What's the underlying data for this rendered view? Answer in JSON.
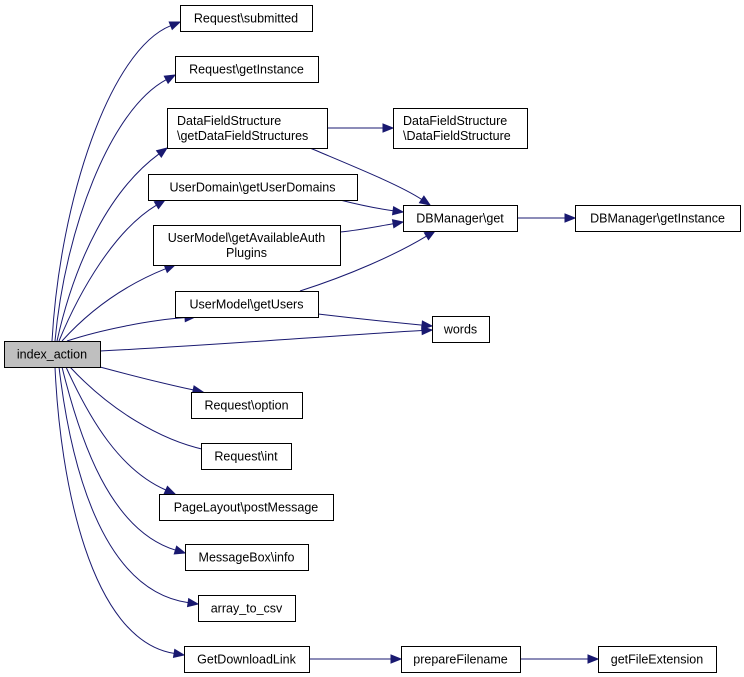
{
  "diagram": {
    "type": "call-graph",
    "root": "index_action",
    "edge_color": "#191970",
    "root_fill": "#bfbfbf",
    "nodes": [
      {
        "id": "index_action",
        "lines": [
          "index_action"
        ],
        "root": true
      },
      {
        "id": "submitted",
        "lines": [
          "Request\\submitted"
        ]
      },
      {
        "id": "req_getInstance",
        "lines": [
          "Request\\getInstance"
        ]
      },
      {
        "id": "getDataFieldStructures",
        "lines": [
          "DataFieldStructure",
          "\\getDataFieldStructures"
        ]
      },
      {
        "id": "getUserDomains",
        "lines": [
          "UserDomain\\getUserDomains"
        ]
      },
      {
        "id": "getAvailableAuthPlugins",
        "lines": [
          "UserModel\\getAvailableAuth",
          "Plugins"
        ]
      },
      {
        "id": "getUsers",
        "lines": [
          "UserModel\\getUsers"
        ]
      },
      {
        "id": "option",
        "lines": [
          "Request\\option"
        ]
      },
      {
        "id": "int",
        "lines": [
          "Request\\int"
        ]
      },
      {
        "id": "postMessage",
        "lines": [
          "PageLayout\\postMessage"
        ]
      },
      {
        "id": "info",
        "lines": [
          "MessageBox\\info"
        ]
      },
      {
        "id": "array_to_csv",
        "lines": [
          "array_to_csv"
        ]
      },
      {
        "id": "GetDownloadLink",
        "lines": [
          "GetDownloadLink"
        ]
      },
      {
        "id": "DataFieldStructure",
        "lines": [
          "DataFieldStructure",
          "\\DataFieldStructure"
        ]
      },
      {
        "id": "db_get",
        "lines": [
          "DBManager\\get"
        ]
      },
      {
        "id": "db_getInstance",
        "lines": [
          "DBManager\\getInstance"
        ]
      },
      {
        "id": "words",
        "lines": [
          "words"
        ]
      },
      {
        "id": "prepareFilename",
        "lines": [
          "prepareFilename"
        ]
      },
      {
        "id": "getFileExtension",
        "lines": [
          "getFileExtension"
        ]
      }
    ],
    "edges": [
      {
        "from": "index_action",
        "to": "submitted"
      },
      {
        "from": "index_action",
        "to": "req_getInstance"
      },
      {
        "from": "index_action",
        "to": "getDataFieldStructures"
      },
      {
        "from": "index_action",
        "to": "getUserDomains"
      },
      {
        "from": "index_action",
        "to": "getAvailableAuthPlugins"
      },
      {
        "from": "index_action",
        "to": "getUsers"
      },
      {
        "from": "index_action",
        "to": "words"
      },
      {
        "from": "index_action",
        "to": "option"
      },
      {
        "from": "index_action",
        "to": "int"
      },
      {
        "from": "index_action",
        "to": "postMessage"
      },
      {
        "from": "index_action",
        "to": "info"
      },
      {
        "from": "index_action",
        "to": "array_to_csv"
      },
      {
        "from": "index_action",
        "to": "GetDownloadLink"
      },
      {
        "from": "getDataFieldStructures",
        "to": "DataFieldStructure"
      },
      {
        "from": "getDataFieldStructures",
        "to": "db_get"
      },
      {
        "from": "getUserDomains",
        "to": "db_get"
      },
      {
        "from": "getAvailableAuthPlugins",
        "to": "db_get"
      },
      {
        "from": "getUsers",
        "to": "db_get"
      },
      {
        "from": "getUsers",
        "to": "words"
      },
      {
        "from": "db_get",
        "to": "db_getInstance"
      },
      {
        "from": "GetDownloadLink",
        "to": "prepareFilename"
      },
      {
        "from": "prepareFilename",
        "to": "getFileExtension"
      }
    ]
  }
}
